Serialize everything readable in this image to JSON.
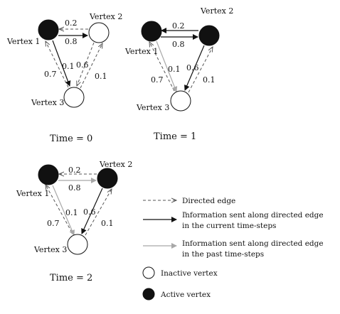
{
  "panels": [
    {
      "caption": "Time = 0",
      "vertex_labels": [
        "Vertex 1",
        "Vertex 2",
        "Vertex 3"
      ],
      "vertex_states": [
        "active",
        "inactive",
        "inactive"
      ],
      "edge_weights": {
        "v2_to_v1": "0.2",
        "v1_to_v2": "0.8",
        "v3_to_v1": "0.7",
        "v1_to_v3": "0.1",
        "v2_to_v3": "0.6",
        "v3_to_v2": "0.1"
      },
      "edge_styles": {
        "v2_to_v1": "directed",
        "v1_to_v2": "current",
        "v3_to_v1": "directed",
        "v1_to_v3": "current",
        "v2_to_v3": "directed",
        "v3_to_v2": "directed"
      }
    },
    {
      "caption": "Time = 1",
      "vertex_labels": [
        "Vertex 1",
        "Vertex 2",
        "Vertex 3"
      ],
      "vertex_states": [
        "active",
        "active",
        "inactive"
      ],
      "edge_weights": {
        "v2_to_v1": "0.2",
        "v1_to_v2": "0.8",
        "v3_to_v1": "0.7",
        "v1_to_v3": "0.1",
        "v2_to_v3": "0.6",
        "v3_to_v2": "0.1"
      },
      "edge_styles": {
        "v2_to_v1": "current",
        "v1_to_v2": "current",
        "v3_to_v1": "directed",
        "v1_to_v3": "past",
        "v2_to_v3": "current",
        "v3_to_v2": "directed"
      }
    },
    {
      "caption": "Time = 2",
      "vertex_labels": [
        "Vertex 1",
        "Vertex 2",
        "Vertex 3"
      ],
      "vertex_states": [
        "active",
        "active",
        "inactive"
      ],
      "edge_weights": {
        "v2_to_v1": "0.2",
        "v1_to_v2": "0.8",
        "v3_to_v1": "0.7",
        "v1_to_v3": "0.1",
        "v2_to_v3": "0.6",
        "v3_to_v2": "0.1"
      },
      "edge_styles": {
        "v2_to_v1": "directed",
        "v1_to_v2": "past",
        "v3_to_v1": "directed",
        "v1_to_v3": "past",
        "v2_to_v3": "current",
        "v3_to_v2": "directed"
      }
    }
  ],
  "legend": {
    "directed_edge": "Directed edge",
    "current_marker": "-",
    "current_line1": "Information sent along directed edge",
    "current_line2": "in the current time-steps",
    "past_line1": "Information sent along directed edge",
    "past_line2": "in the past time-steps",
    "inactive_vertex": "Inactive vertex",
    "active_vertex": "Active vertex"
  },
  "colors": {
    "active": "#111111",
    "inactive": "#ffffff",
    "current": "#111111",
    "past": "#a8a8a8",
    "directed": "#555555"
  }
}
